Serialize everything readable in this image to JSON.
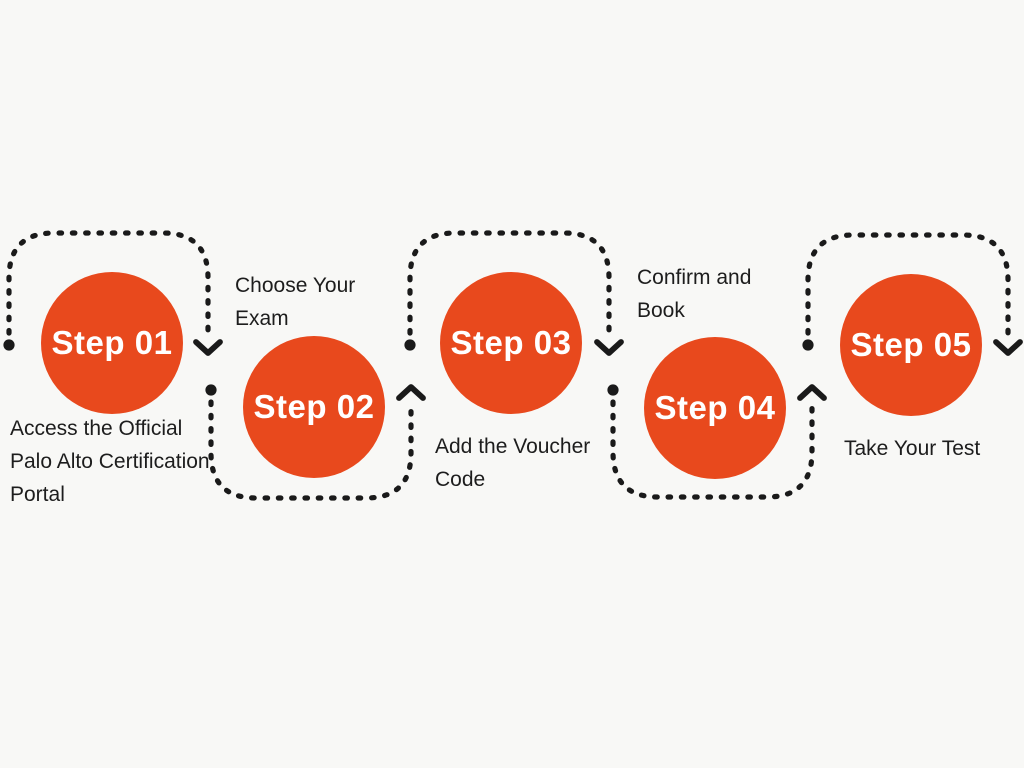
{
  "colors": {
    "bg": "#F8F8F6",
    "accent": "#E8491D",
    "text": "#1D1D1D",
    "steptext": "#FFFFFF",
    "connector": "#1A1A1A"
  },
  "steps": [
    {
      "label": "Step 01",
      "description": "Access the Official Palo Alto Certification Portal"
    },
    {
      "label": "Step 02",
      "description": "Choose Your Exam"
    },
    {
      "label": "Step 03",
      "description": "Add the Voucher Code"
    },
    {
      "label": "Step 04",
      "description": "Confirm and Book"
    },
    {
      "label": "Step 05",
      "description": "Take Your Test"
    }
  ]
}
